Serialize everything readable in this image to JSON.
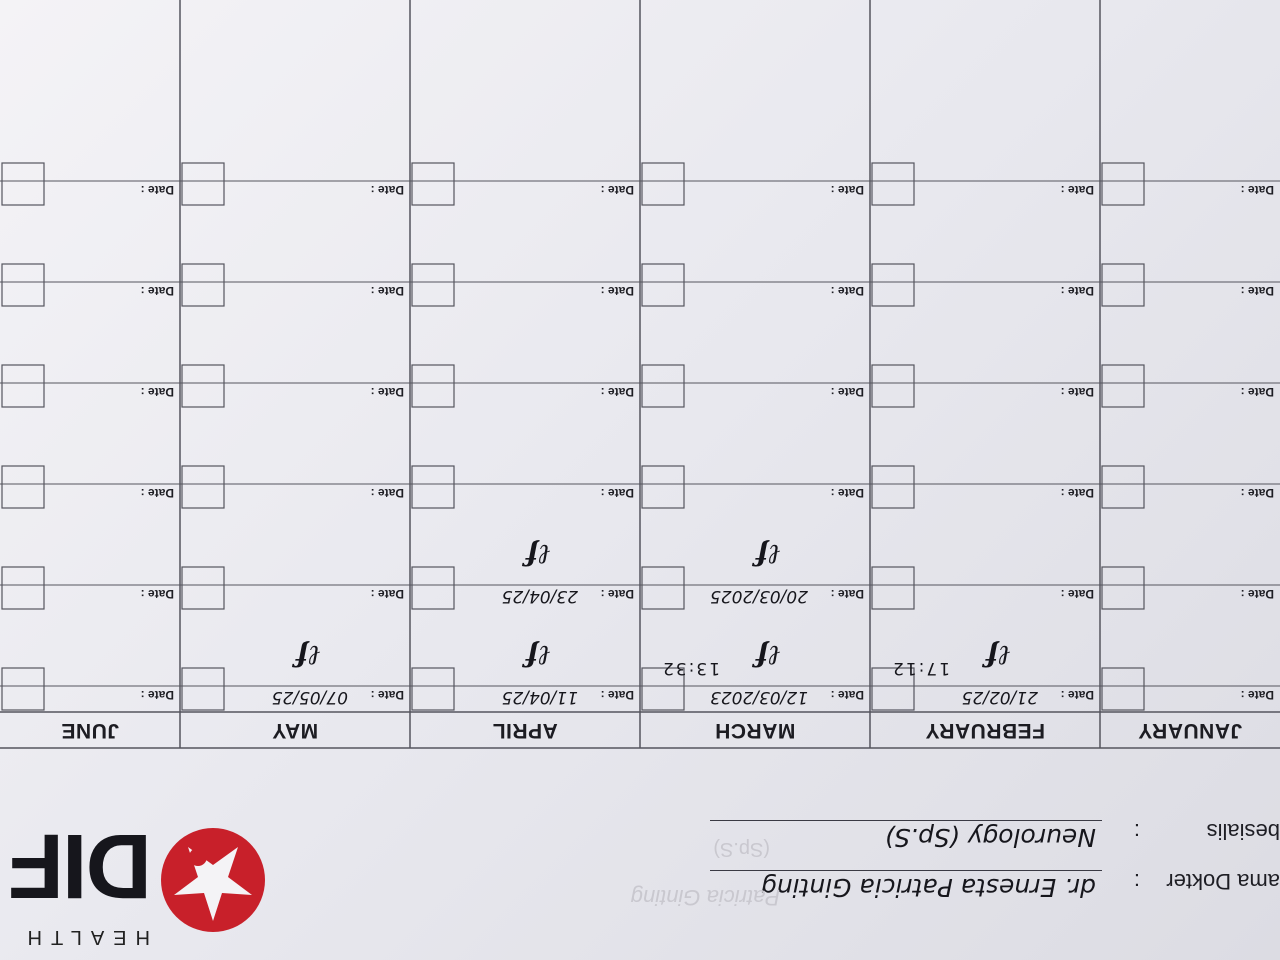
{
  "header": {
    "brand_name": "DIF",
    "brand_sub": "HEALTH",
    "doctor_label": "ama Dokter",
    "doctor_colon": ":",
    "doctor_value": "dr. Ernesta Patricia Ginting",
    "specialty_label": "besialis",
    "specialty_colon": ":",
    "specialty_value": "Neurology   (Sp.S)"
  },
  "colors": {
    "ink": "#16161c",
    "logo_red": "#c8202a",
    "grid_line": "#55555e"
  },
  "months": [
    {
      "name": "JUNE"
    },
    {
      "name": "MAY"
    },
    {
      "name": "APRIL"
    },
    {
      "name": "MARCH"
    },
    {
      "name": "FEBRUARY"
    },
    {
      "name": "JANUARY"
    }
  ],
  "date_label": "Date :",
  "entries": [
    {
      "date": "07/05/25",
      "time": "",
      "signed": true
    },
    {
      "date": "11/04/25",
      "time": "",
      "signed": true
    },
    {
      "date": "23/04/25",
      "time": "",
      "signed": true
    },
    {
      "date": "12/03/2023",
      "time": "13:32",
      "signed": true
    },
    {
      "date": "20/03/2025",
      "time": "",
      "signed": true
    },
    {
      "date": "21/02/25",
      "time": "17:12",
      "signed": true
    }
  ],
  "signature_glyph": "ℓf",
  "faint_bleed": {
    "text": "Patricia Ginting",
    "sub": "(Sp.S)"
  }
}
